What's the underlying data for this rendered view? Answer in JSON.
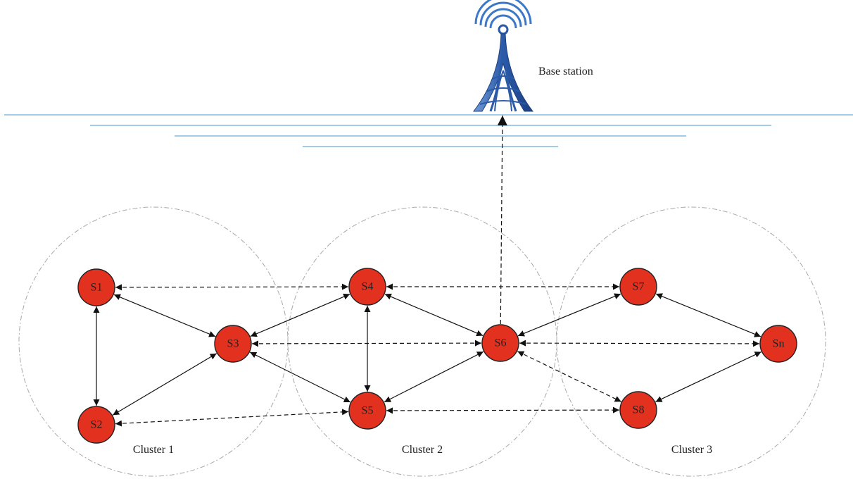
{
  "base_station": {
    "label": "Base station",
    "tower_color": "#2b5aa8",
    "signal_color": "#3c78c8"
  },
  "horizon_color": "#6baed6",
  "clusters": [
    {
      "id": "c1",
      "label": "Cluster 1"
    },
    {
      "id": "c2",
      "label": "Cluster 2"
    },
    {
      "id": "c3",
      "label": "Cluster 3"
    }
  ],
  "nodes": [
    {
      "id": "S1",
      "label": "S1"
    },
    {
      "id": "S2",
      "label": "S2"
    },
    {
      "id": "S3",
      "label": "S3"
    },
    {
      "id": "S4",
      "label": "S4"
    },
    {
      "id": "S5",
      "label": "S5"
    },
    {
      "id": "S6",
      "label": "S6"
    },
    {
      "id": "S7",
      "label": "S7"
    },
    {
      "id": "S8",
      "label": "S8"
    },
    {
      "id": "Sn",
      "label": "Sn"
    }
  ],
  "links": [
    {
      "from": "S1",
      "to": "S3",
      "style": "solid",
      "bidirectional": true
    },
    {
      "from": "S1",
      "to": "S2",
      "style": "solid",
      "bidirectional": true
    },
    {
      "from": "S2",
      "to": "S3",
      "style": "solid",
      "bidirectional": true
    },
    {
      "from": "S3",
      "to": "S4",
      "style": "solid",
      "bidirectional": true
    },
    {
      "from": "S3",
      "to": "S5",
      "style": "solid",
      "bidirectional": true
    },
    {
      "from": "S4",
      "to": "S5",
      "style": "solid",
      "bidirectional": true
    },
    {
      "from": "S4",
      "to": "S6",
      "style": "solid",
      "bidirectional": true
    },
    {
      "from": "S5",
      "to": "S6",
      "style": "solid",
      "bidirectional": true
    },
    {
      "from": "S6",
      "to": "S7",
      "style": "solid",
      "bidirectional": true
    },
    {
      "from": "S7",
      "to": "Sn",
      "style": "solid",
      "bidirectional": true
    },
    {
      "from": "S8",
      "to": "Sn",
      "style": "solid",
      "bidirectional": true
    },
    {
      "from": "S1",
      "to": "S4",
      "style": "dashed",
      "bidirectional": true
    },
    {
      "from": "S4",
      "to": "S7",
      "style": "dashed",
      "bidirectional": true
    },
    {
      "from": "S3",
      "to": "S6",
      "style": "dashed",
      "bidirectional": true
    },
    {
      "from": "S6",
      "to": "Sn",
      "style": "dashed",
      "bidirectional": true
    },
    {
      "from": "S2",
      "to": "S5",
      "style": "dashed",
      "bidirectional": true
    },
    {
      "from": "S5",
      "to": "S8",
      "style": "dashed",
      "bidirectional": true
    },
    {
      "from": "S6",
      "to": "S8",
      "style": "dashed",
      "bidirectional": true
    },
    {
      "from": "S6",
      "to": "base_station",
      "style": "dashed",
      "bidirectional": false
    }
  ]
}
